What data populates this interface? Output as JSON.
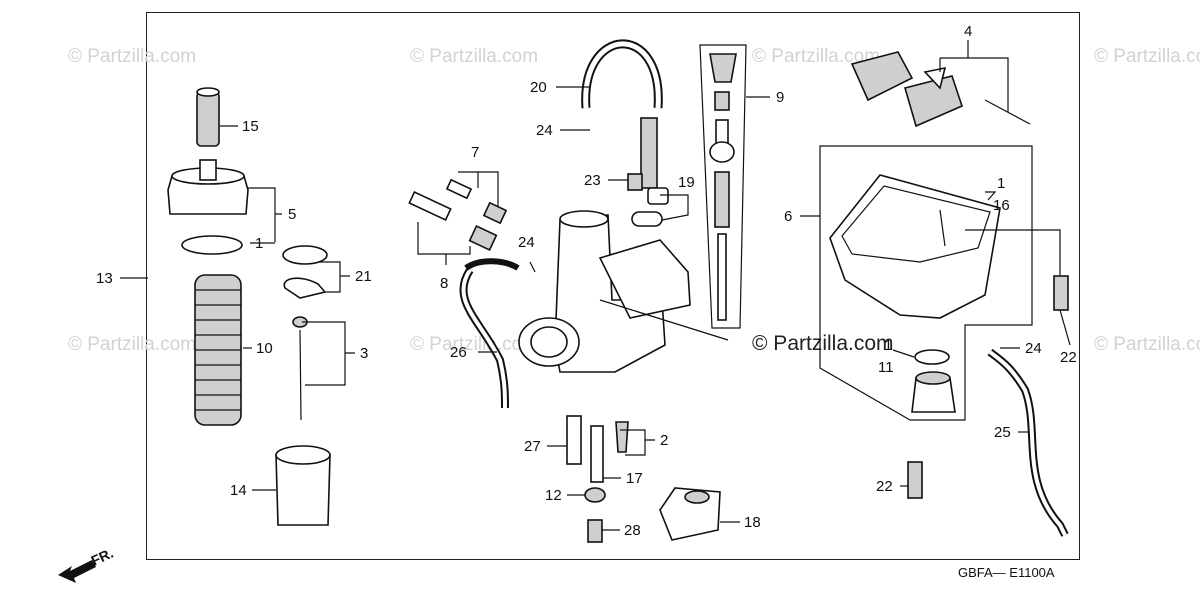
{
  "watermarks": {
    "corner": "© Partzilla.com",
    "main": "© Partzilla.com"
  },
  "parts": {
    "p1a": "1",
    "p1b": "1",
    "p1c": "1",
    "p2": "2",
    "p3": "3",
    "p4": "4",
    "p5": "5",
    "p6": "6",
    "p7": "7",
    "p8": "8",
    "p9": "9",
    "p10": "10",
    "p11": "11",
    "p12": "12",
    "p13": "13",
    "p14": "14",
    "p15": "15",
    "p16": "16",
    "p17": "17",
    "p18": "18",
    "p19": "19",
    "p20": "20",
    "p21": "21",
    "p22a": "22",
    "p22b": "22",
    "p23": "23",
    "p24a": "24",
    "p24b": "24",
    "p24c": "24",
    "p25": "25",
    "p26": "26",
    "p27": "27",
    "p28": "28"
  },
  "diagram_code": "GBFA— E1100A",
  "front_marker": "FR.",
  "icons": {
    "front": "front-arrow-icon"
  }
}
